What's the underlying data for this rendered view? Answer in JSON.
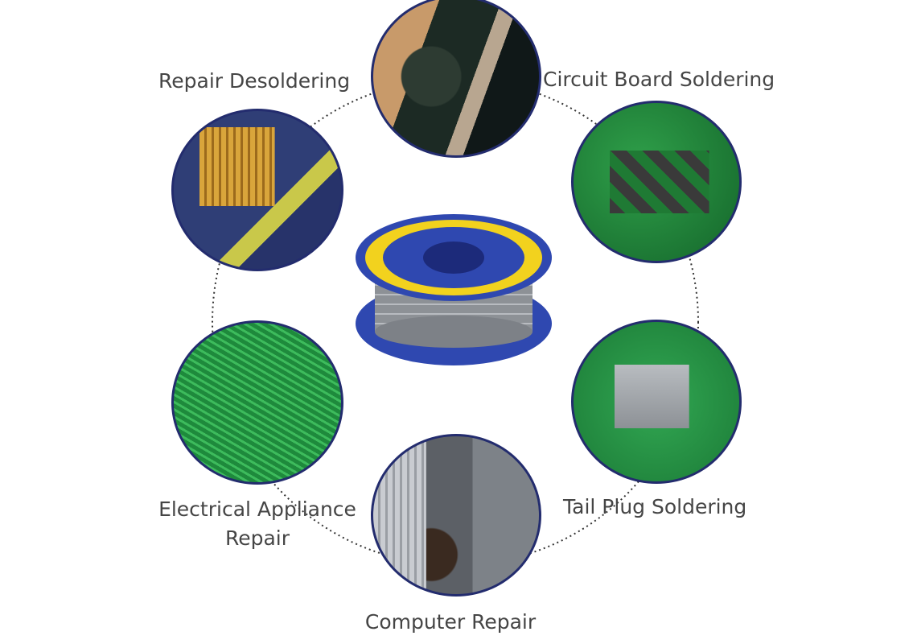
{
  "labels": {
    "repair_desoldering": "Repair Desoldering",
    "circuit_board_soldering": "Circuit Board Soldering",
    "electrical_appliance_repair_1": "Electrical Appliance",
    "electrical_appliance_repair_2": "Repair",
    "tail_plug_soldering": "Tail Plug Soldering",
    "computer_repair": "Computer Repair"
  },
  "colors": {
    "circle_border": "#232c6e",
    "label_text": "#454545",
    "spool_blue": "#2f48b0",
    "spool_yellow": "#f2d21e"
  }
}
